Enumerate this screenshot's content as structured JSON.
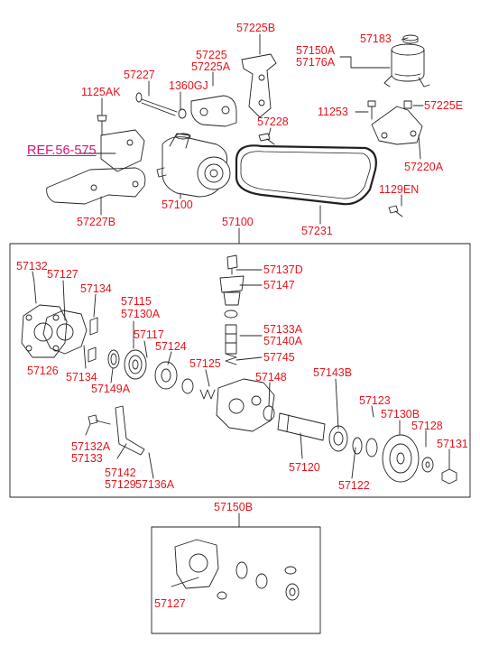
{
  "colors": {
    "label": "#e8141c",
    "reference": "#d4147a",
    "line": "#231f20"
  },
  "labels": {
    "p57225B": "57225B",
    "p57183": "57183",
    "p57150A": "57150A",
    "p57176A": "57176A",
    "p57227": "57227",
    "p57225": "57225",
    "p57225A": "57225A",
    "p1125AK": "1125AK",
    "p1360GJ": "1360GJ",
    "p11253": "11253",
    "p57225E": "57225E",
    "p57228": "57228",
    "ref": "REF.56-575",
    "p57220A": "57220A",
    "p1129EN": "1129EN",
    "p57100top": "57100",
    "p57227B": "57227B",
    "p57231": "57231",
    "p57100box": "57100",
    "p57132": "57132",
    "p57127": "57127",
    "p57137D": "57137D",
    "p57147": "57147",
    "p57134a": "57134",
    "p57115": "57115",
    "p57130A": "57130A",
    "p57133A": "57133A",
    "p57140A": "57140A",
    "p57117": "57117",
    "p57124": "57124",
    "p57745": "57745",
    "p57126": "57126",
    "p57125": "57125",
    "p57148": "57148",
    "p57143B": "57143B",
    "p57134b": "57134",
    "p57149A": "57149A",
    "p57123": "57123",
    "p57130B": "57130B",
    "p57128": "57128",
    "p57131": "57131",
    "p57132A": "57132A",
    "p57133": "57133",
    "p57142": "57142",
    "p57129": "57129",
    "p57136A": "57136A",
    "p57120": "57120",
    "p57122": "57122",
    "p57150B": "57150B",
    "p57127kit": "57127"
  }
}
